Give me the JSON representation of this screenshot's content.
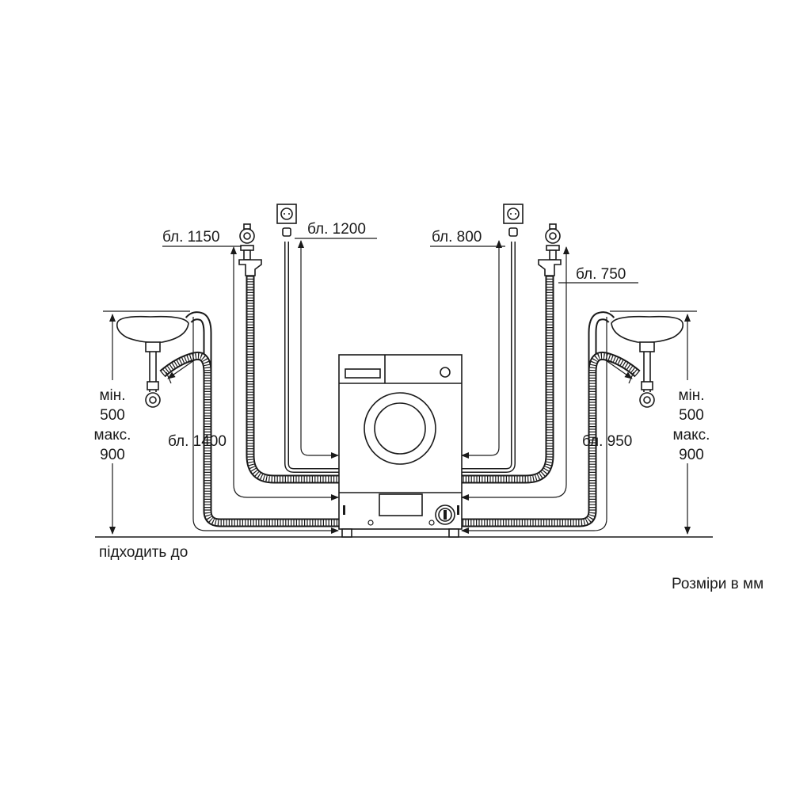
{
  "labels": {
    "left_tap": "бл. 1150",
    "left_socket": "бл. 1200",
    "left_drain": "бл. 1400",
    "right_socket": "бл. 800",
    "right_tap": "бл. 750",
    "right_drain": "бл. 950",
    "left_height": [
      "мін.",
      "500",
      "макс.",
      "900"
    ],
    "right_height": [
      "мін.",
      "500",
      "макс.",
      "900"
    ],
    "fits_note": "підходить до",
    "units_note": "Розміри в мм"
  }
}
